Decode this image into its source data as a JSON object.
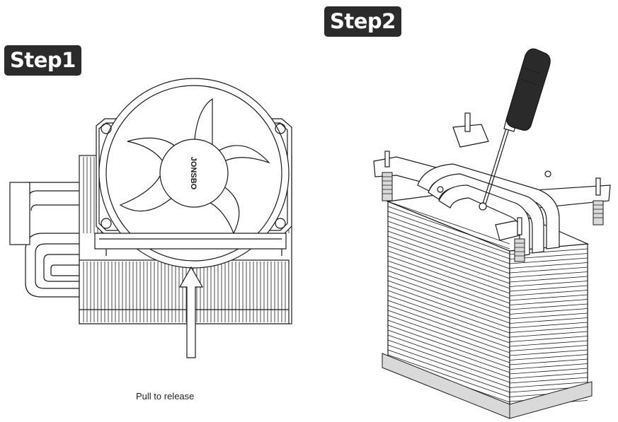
{
  "steps": [
    {
      "label": "Step1"
    },
    {
      "label": "Step2"
    }
  ],
  "step1": {
    "fan_hub_text": "JONSBO",
    "caption": "Pull to release"
  },
  "icons": {
    "fan": "fan-icon",
    "heatsink": "heatsink-icon",
    "screwdriver": "screwdriver-icon",
    "arrow": "arrow-up-icon"
  }
}
